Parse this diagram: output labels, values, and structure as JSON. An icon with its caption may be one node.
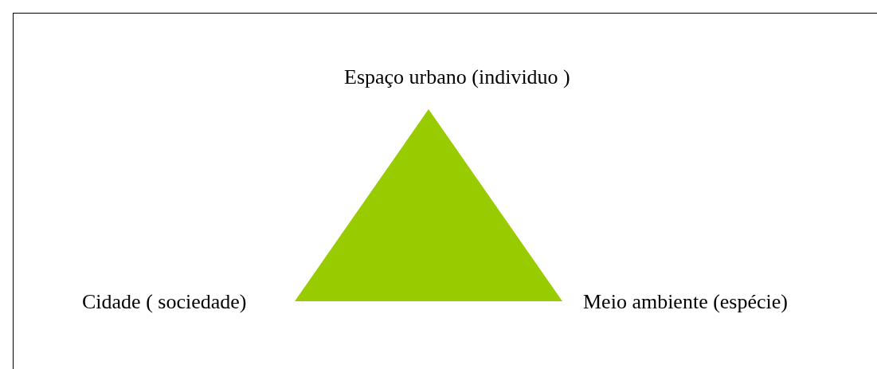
{
  "diagram": {
    "nodes": [
      {
        "text": [],
        "shape": "triangle"
      }
    ],
    "labels": [
      "Espaço urbano (individuo )",
      "Cidade ( sociedade)",
      "Meio ambiente (espécie)"
    ]
  }
}
